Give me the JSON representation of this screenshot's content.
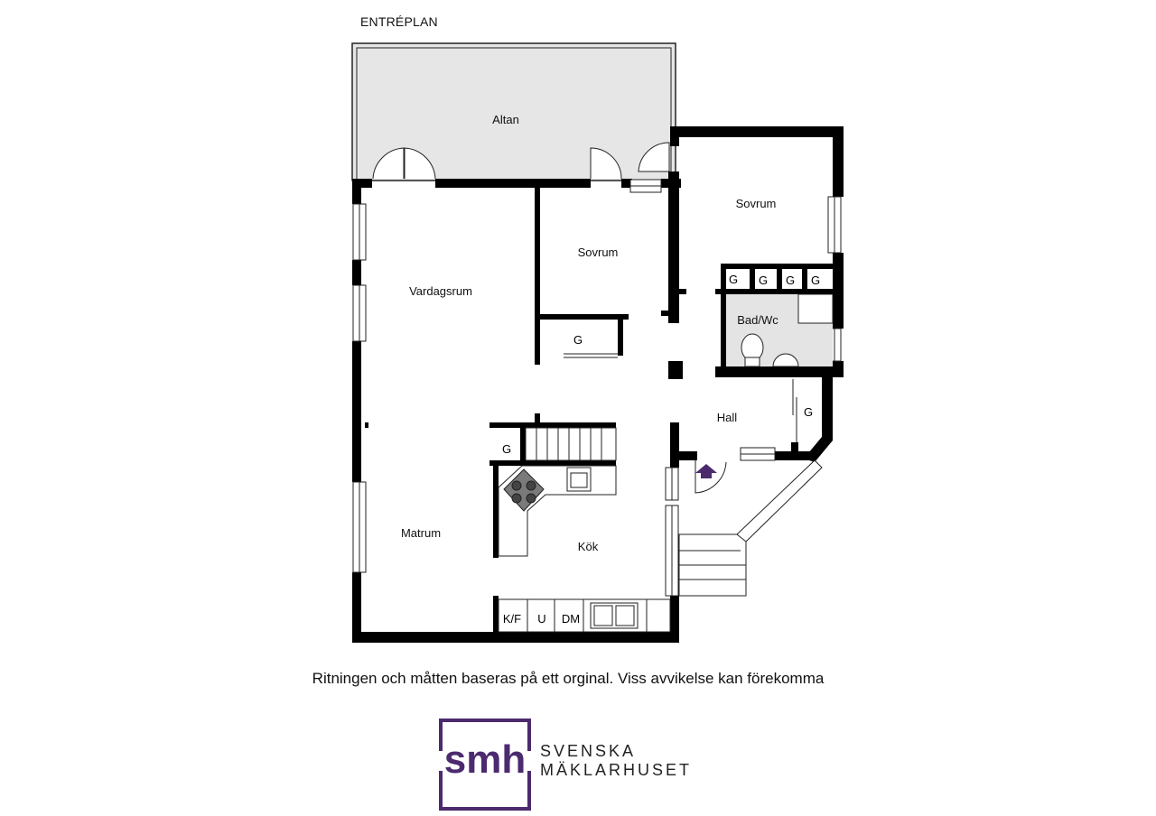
{
  "floor_label": "ENTRÉPLAN",
  "rooms": {
    "altan": "Altan",
    "sovrum_1": "Sovrum",
    "sovrum_2": "Sovrum",
    "vardagsrum": "Vardagsrum",
    "bad_wc": "Bad/Wc",
    "hall": "Hall",
    "matrum": "Matrum",
    "kok": "Kök"
  },
  "storage": {
    "g1": "G",
    "g2": "G",
    "g3": "G",
    "g4": "G",
    "g_hall": "G",
    "g_sovrum": "G",
    "g_kok": "G"
  },
  "appliances": {
    "kf": "K/F",
    "u": "U",
    "dm": "DM"
  },
  "disclaimer": "Ritningen och måtten baseras på ett orginal. Viss avvikelse kan förekomma",
  "logo": {
    "mark": "smh",
    "line1": "SVENSKA",
    "line2": "MÄKLARHUSET",
    "color": "#4b2a6e"
  },
  "colors": {
    "wall": "#000000",
    "terrace_fill": "#e6e6e6",
    "bath_fill": "#e4e4e4",
    "entrance_arrow": "#4b2a6e"
  }
}
